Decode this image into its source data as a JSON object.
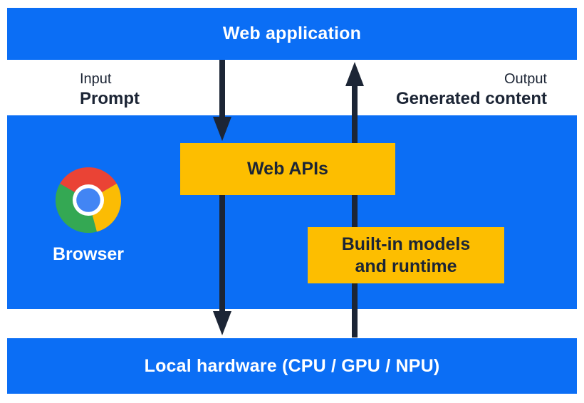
{
  "title": "Web application to local hardware architecture diagram",
  "colors": {
    "blue": "#0b6ef5",
    "yellow": "#fdbe00",
    "dark_navy": "#1c2535",
    "white": "#ffffff",
    "chrome_red": "#ea4335",
    "chrome_yellow": "#fbbc04",
    "chrome_green": "#34a853",
    "chrome_blue": "#4285f4"
  },
  "top_banner": {
    "label": "Web application"
  },
  "flow_labels": {
    "input_title": "Input",
    "input_value": "Prompt",
    "output_title": "Output",
    "output_value": "Generated content"
  },
  "browser": {
    "label": "Browser",
    "icon": "chrome-icon"
  },
  "boxes": {
    "web_apis": {
      "label": "Web APIs"
    },
    "builtin_models": {
      "label_line1": "Built-in models",
      "label_line2": "and runtime"
    }
  },
  "bottom_banner": {
    "label": "Local hardware (CPU / GPU / NPU)"
  },
  "arrows": {
    "down": {
      "direction": "down",
      "from": "Web application",
      "to": "Local hardware (CPU / GPU / NPU)"
    },
    "up": {
      "direction": "up",
      "from": "Local hardware (CPU / GPU / NPU)",
      "to": "Web application"
    }
  }
}
